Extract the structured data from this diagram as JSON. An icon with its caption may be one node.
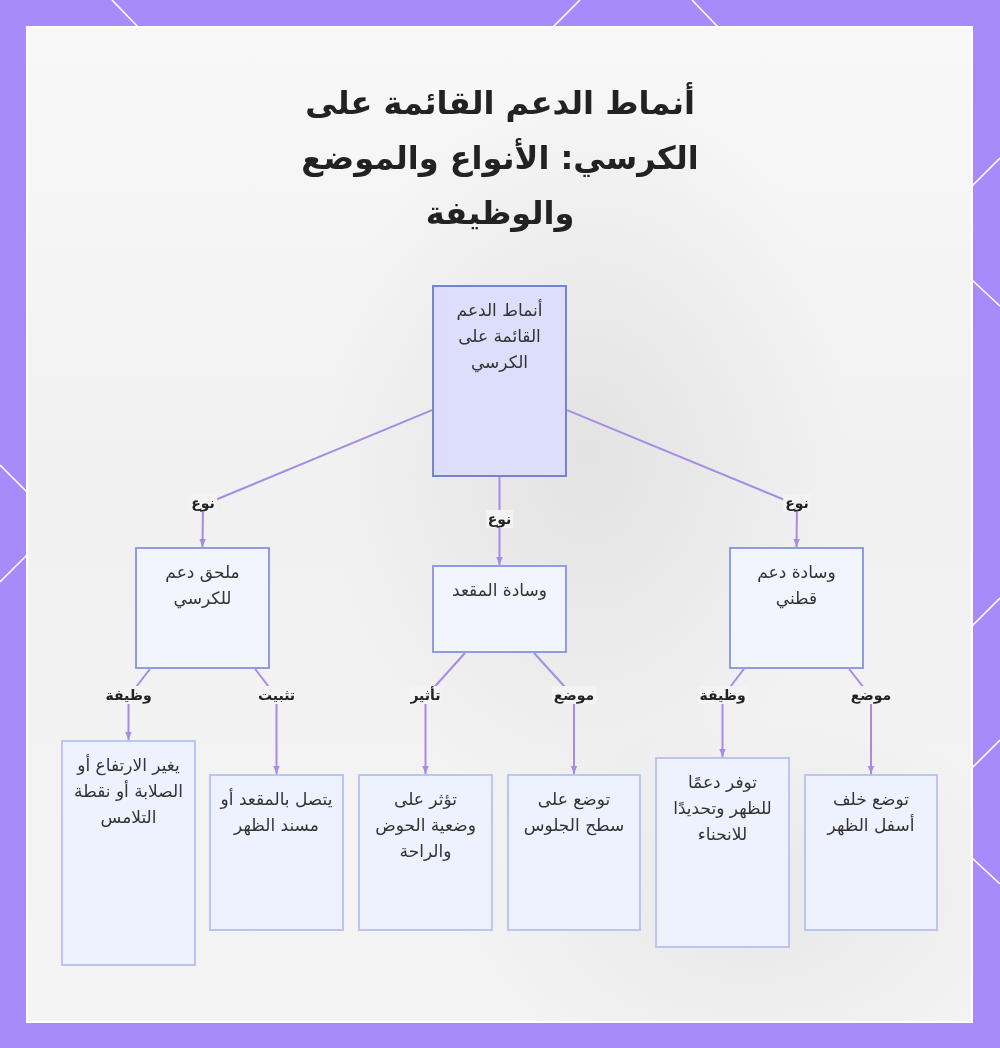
{
  "diagram": {
    "title": "أنماط الدعم القائمة على الكرسي: الأنواع والموضع والوظيفة",
    "nodes": [
      {
        "text": [
          "أنماط الدعم القائمة على الكرسي"
        ]
      },
      {
        "text": [
          "وسادة دعم قطني"
        ]
      },
      {
        "text": [
          "وسادة المقعد"
        ]
      },
      {
        "text": [
          "ملحق دعم للكرسي"
        ]
      },
      {
        "text": [
          "توضع خلف أسفل الظهر"
        ]
      },
      {
        "text": [
          "توفر دعمًا للظهر وتحديدًا للانحناء"
        ]
      },
      {
        "text": [
          "توضع على سطح الجلوس"
        ]
      },
      {
        "text": [
          "تؤثر على وضعية الحوض والراحة"
        ]
      },
      {
        "text": [
          "يتصل بالمقعد أو مسند الظهر"
        ]
      },
      {
        "text": [
          "يغير الارتفاع أو الصلابة أو نقطة التلامس"
        ]
      }
    ],
    "edges": [
      {
        "from": 0,
        "to": 1,
        "arrow": "to",
        "label": "نوع"
      },
      {
        "from": 0,
        "to": 2,
        "arrow": "to",
        "label": "نوع"
      },
      {
        "from": 0,
        "to": 3,
        "arrow": "to",
        "label": "نوع"
      },
      {
        "from": 1,
        "to": 4,
        "arrow": "to",
        "label": "موضع"
      },
      {
        "from": 1,
        "to": 5,
        "arrow": "to",
        "label": "وظيفة"
      },
      {
        "from": 2,
        "to": 6,
        "arrow": "to",
        "label": "موضع"
      },
      {
        "from": 2,
        "to": 7,
        "arrow": "to",
        "label": "تأثير"
      },
      {
        "from": 3,
        "to": 8,
        "arrow": "to",
        "label": "تثبيت"
      },
      {
        "from": 3,
        "to": 9,
        "arrow": "to",
        "label": "وظيفة"
      }
    ]
  }
}
